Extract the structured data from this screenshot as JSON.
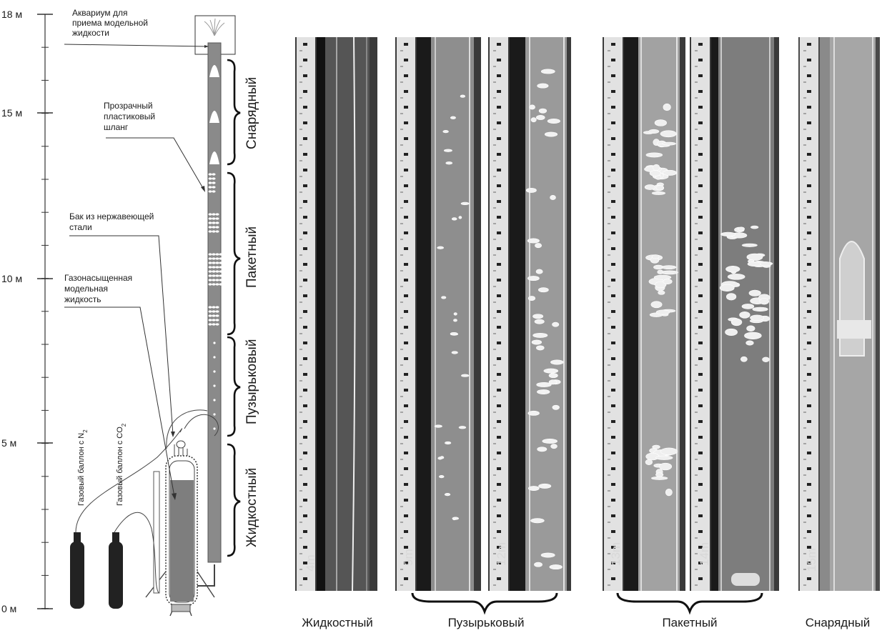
{
  "scheme": {
    "scale": {
      "labels": [
        "18 м",
        "15 м",
        "10 м",
        "5 м",
        "0 м"
      ]
    },
    "annotations": {
      "aquarium": [
        "Аквариум для",
        "приема модельной",
        "жидкости"
      ],
      "hose": [
        "Прозрачный",
        "пластиковый",
        "шланг"
      ],
      "tank": [
        "Бак из нержавеющей",
        "стали"
      ],
      "fluid": [
        "Газонасыщенная",
        "модельная",
        "жидкость"
      ]
    },
    "cylinders": {
      "n2_prefix": "Газовый баллон с N",
      "n2_sub": "2",
      "co2_prefix": "Газовый баллон с CO",
      "co2_sub": "2"
    },
    "regimes_vertical": [
      "Снарядный",
      "Пакетный",
      "Пузырьковый",
      "Жидкостный"
    ]
  },
  "photos": {
    "depth_labels": [
      "4m",
      "9m",
      "12m",
      "13m",
      "14m",
      "15m"
    ],
    "captions": [
      "Жидкостный",
      "Пузырьковый",
      "Пакетный",
      "Снарядный"
    ]
  }
}
